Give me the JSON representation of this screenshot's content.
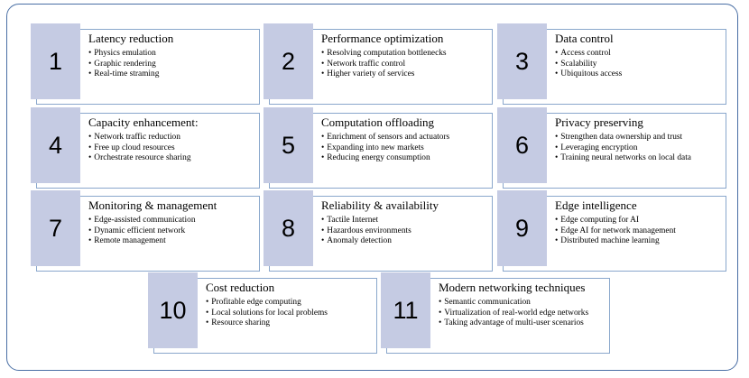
{
  "cards": [
    {
      "number": "1",
      "title": "Latency reduction",
      "items": [
        "Physics emulation",
        "Graphic rendering",
        "Real-time straming"
      ]
    },
    {
      "number": "2",
      "title": "Performance optimization",
      "items": [
        "Resolving computation bottlenecks",
        "Network traffic control",
        "Higher variety of services"
      ]
    },
    {
      "number": "3",
      "title": "Data control",
      "items": [
        "Access control",
        "Scalability",
        "Ubiquitous access"
      ]
    },
    {
      "number": "4",
      "title": "Capacity enhancement:",
      "items": [
        "Network traffic reduction",
        "Free up cloud resources",
        "Orchestrate resource sharing"
      ]
    },
    {
      "number": "5",
      "title": "Computation offloading",
      "items": [
        "Enrichment of sensors and actuators",
        "Expanding into new markets",
        "Reducing energy consumption"
      ]
    },
    {
      "number": "6",
      "title": "Privacy preserving",
      "items": [
        "Strengthen data ownership and trust",
        "Leveraging encryption",
        "Training neural networks on local data"
      ]
    },
    {
      "number": "7",
      "title": "Monitoring & management",
      "items": [
        "Edge-assisted communication",
        "Dynamic efficient network",
        "Remote management"
      ]
    },
    {
      "number": "8",
      "title": "Reliability & availability",
      "items": [
        "Tactile Internet",
        "Hazardous environments",
        "Anomaly detection"
      ]
    },
    {
      "number": "9",
      "title": "Edge intelligence",
      "items": [
        "Edge computing for AI",
        "Edge AI for network management",
        "Distributed machine learning"
      ]
    },
    {
      "number": "10",
      "title": "Cost reduction",
      "items": [
        "Profitable edge computing",
        "Local solutions for local problems",
        "Resource sharing"
      ]
    },
    {
      "number": "11",
      "title": "Modern networking techniques",
      "items": [
        "Semantic communication",
        "Virtualization of real-world edge networks",
        "Taking advantage of multi-user scenarios"
      ]
    }
  ]
}
